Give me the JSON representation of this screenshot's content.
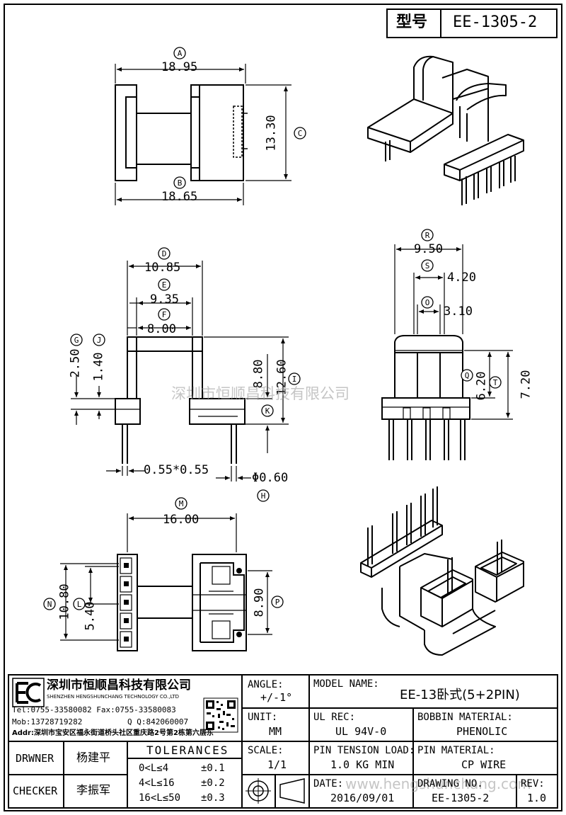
{
  "header": {
    "model_label": "型号",
    "model_value": "EE-1305-2"
  },
  "watermarks": {
    "company": "深圳市恒顺昌科技有限公司",
    "site": "www.hengshunchang.com"
  },
  "dimensions": {
    "A": {
      "letter": "A",
      "value": "18.95"
    },
    "B": {
      "letter": "B",
      "value": "18.65"
    },
    "C": {
      "letter": "C",
      "value": "13.30"
    },
    "D": {
      "letter": "D",
      "value": "10.85"
    },
    "E": {
      "letter": "E",
      "value": "9.35"
    },
    "F": {
      "letter": "F",
      "value": "8.00"
    },
    "G": {
      "letter": "G",
      "value": "2.50"
    },
    "J": {
      "letter": "J",
      "value": "1.40"
    },
    "I": {
      "letter": "I",
      "value": "12.60"
    },
    "K": {
      "letter": "K",
      "value": "8.80"
    },
    "pin_sq": {
      "value": "0.55*0.55"
    },
    "H": {
      "letter": "H",
      "value": "Φ0.60"
    },
    "R": {
      "letter": "R",
      "value": "9.50"
    },
    "S": {
      "letter": "S",
      "value": "4.20"
    },
    "O": {
      "letter": "O",
      "value": "3.10"
    },
    "Q": {
      "letter": "Q",
      "value": "6.20"
    },
    "T": {
      "letter": "T",
      "value": "7.20"
    },
    "M": {
      "letter": "M",
      "value": "16.00"
    },
    "N": {
      "letter": "N",
      "value": "10.80"
    },
    "L": {
      "letter": "L",
      "value": "5.40"
    },
    "P": {
      "letter": "P",
      "value": "8.90"
    }
  },
  "company": {
    "name_cn": "深圳市恒顺昌科技有限公司",
    "name_en": "SHENZHEN HENGSHUNCHANG TECHNOLOGY CO.,LTD",
    "tel": "Tel:0755-33580082 Fax:0755-33580083",
    "mob": "Mob:13728719282",
    "qq": "Q  Q:842060007",
    "addr": "Addr:深圳市宝安区福永街道桥头社区重庆路2号第2栋第六层东"
  },
  "title_block": {
    "drawer_label": "DRWNER",
    "drawer_name": "杨建平",
    "checker_label": "CHECKER",
    "checker_name": "李振军",
    "tolerances_label": "TOLERANCES",
    "tolerances": [
      {
        "range": "0<L≤4",
        "tol": "±0.1"
      },
      {
        "range": "4<L≤16",
        "tol": "±0.2"
      },
      {
        "range": "16<L≤50",
        "tol": "±0.3"
      }
    ],
    "angle_label": "ANGLE:",
    "angle_value": "+/-1°",
    "unit_label": "UNIT:",
    "unit_value": "MM",
    "scale_label": "SCALE:",
    "scale_value": "1/1",
    "model_name_label": "MODEL NAME:",
    "model_name_value": "EE-13卧式(5+2PIN)",
    "ul_label": "UL REC:",
    "ul_value": "UL 94V-0",
    "bobbin_label": "BOBBIN MATERIAL:",
    "bobbin_value": "PHENOLIC",
    "tension_label": "PIN TENSION LOAD:",
    "tension_value": "1.0 KG MIN",
    "pin_mat_label": "PIN MATERIAL:",
    "pin_mat_value": "CP WIRE",
    "date_label": "DATE:",
    "date_value": "2016/09/01",
    "drawing_label": "DRAWING NO.",
    "drawing_value": "EE-1305-2",
    "rev_label": "REV:",
    "rev_value": "1.0"
  }
}
